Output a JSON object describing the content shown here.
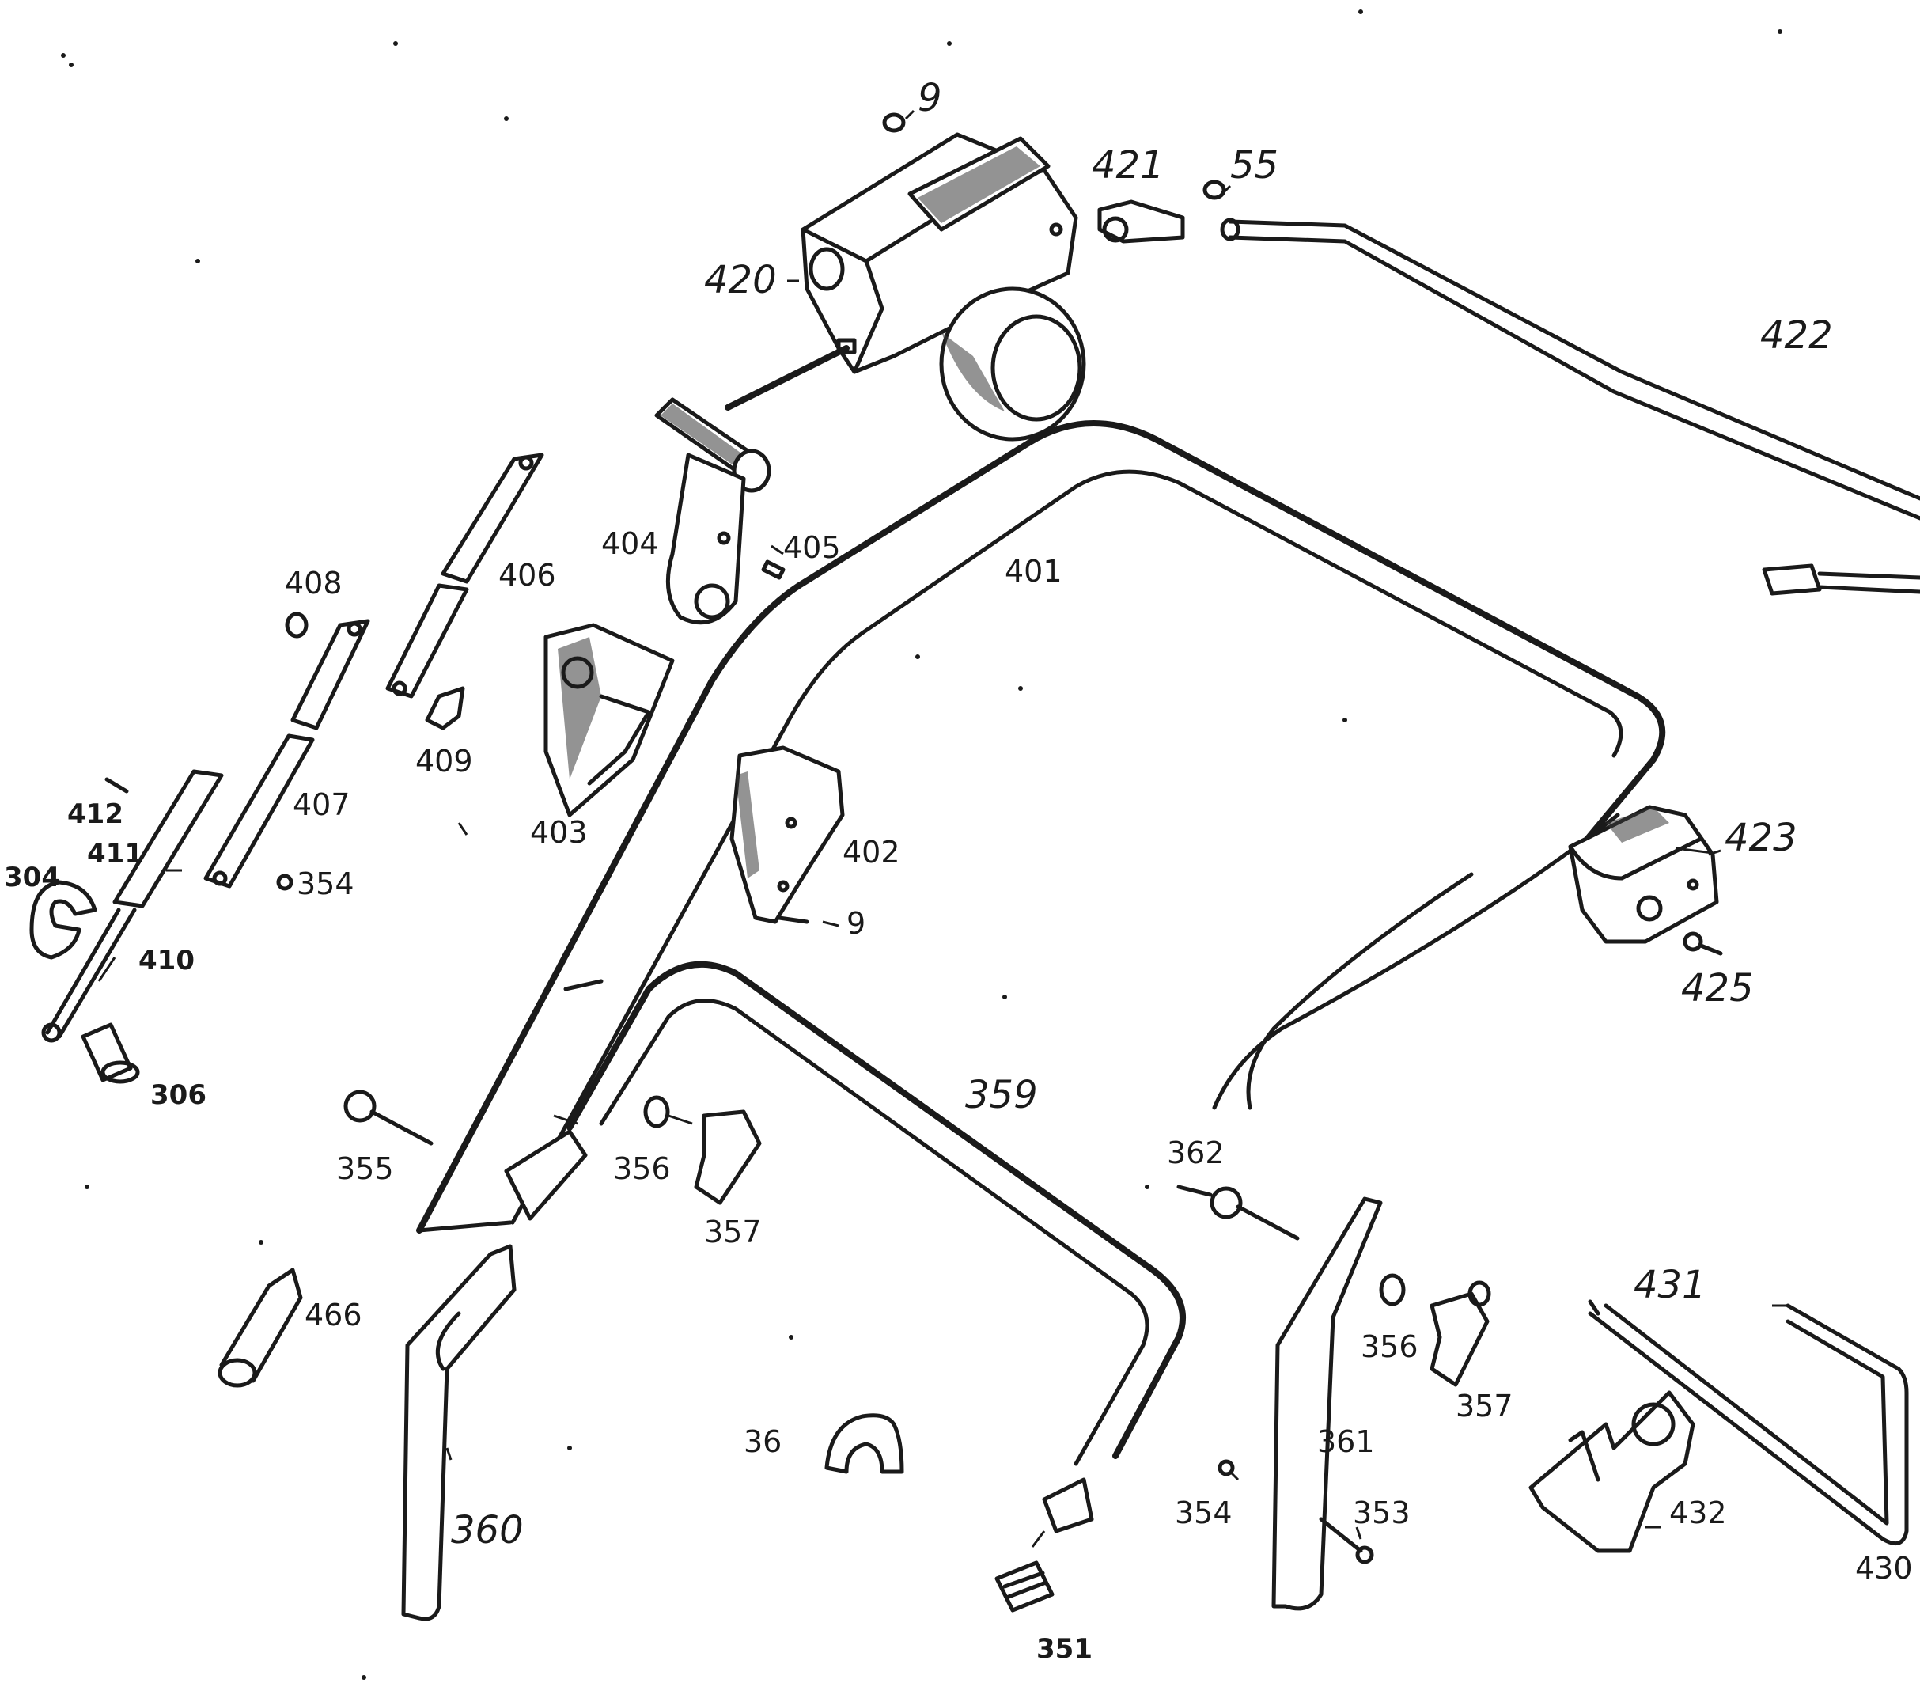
{
  "diagram": {
    "labels": {
      "p9_top": "9",
      "p421": "421",
      "p55": "55",
      "p420": "420",
      "p422": "422",
      "p404": "404",
      "p405": "405",
      "p401": "401",
      "p406": "406",
      "p408": "408",
      "p409": "409",
      "p403": "403",
      "p407": "407",
      "p412": "412",
      "p411": "411",
      "p304": "304",
      "p354_left": "354",
      "p410": "410",
      "p402": "402",
      "p9_mid": "9",
      "p423": "423",
      "p425": "425",
      "p306": "306",
      "p359": "359",
      "p355": "355",
      "p356_left": "356",
      "p357_left": "357",
      "p362": "362",
      "p466": "466",
      "p431": "431",
      "p356_right": "356",
      "p357_right": "357",
      "p36": "36",
      "p361": "361",
      "p360": "360",
      "p354_right": "354",
      "p353": "353",
      "p432": "432",
      "p351": "351",
      "p430": "430"
    }
  }
}
